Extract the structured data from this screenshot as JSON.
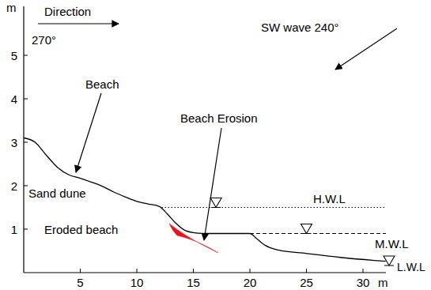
{
  "diagram": {
    "labels": [
      "m",
      "Direction",
      "270°",
      "SW wave 240°",
      "5",
      "4",
      "3",
      "2",
      "1",
      "Beach",
      "Sand dune",
      "Beach Erosion",
      "Eroded beach",
      "H.W.L",
      "M.W.L",
      "L.W.L",
      "5",
      "10",
      "15",
      "20",
      "25",
      "30",
      "m"
    ]
  }
}
